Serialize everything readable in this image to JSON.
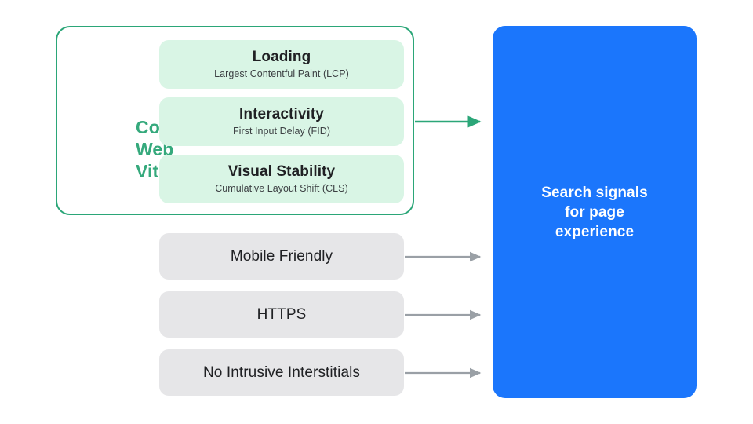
{
  "colors": {
    "green_accent": "#35A97C",
    "green_border": "#2BA678",
    "green_card_bg": "#D9F5E5",
    "gray_card_bg": "#E6E6E8",
    "blue_box": "#1B76FC",
    "arrow_gray": "#9AA0A6",
    "text_dark": "#202124",
    "background": "#FFFFFF"
  },
  "core_web_vitals": {
    "group_label": "Core Web Vitals",
    "group_label_lines": [
      "Core",
      "Web",
      "Vitals"
    ],
    "metrics": [
      {
        "title": "Loading",
        "subtitle": "Largest Contentful Paint (LCP)",
        "abbreviation": "LCP"
      },
      {
        "title": "Interactivity",
        "subtitle": "First Input Delay (FID)",
        "abbreviation": "FID"
      },
      {
        "title": "Visual Stability",
        "subtitle": "Cumulative Layout Shift (CLS)",
        "abbreviation": "CLS"
      }
    ]
  },
  "other_signals": [
    {
      "label": "Mobile Friendly"
    },
    {
      "label": "HTTPS"
    },
    {
      "label": "No Intrusive Interstitials"
    }
  ],
  "destination": {
    "label": "Search signals\nfor page\nexperience"
  },
  "arrows": [
    {
      "name": "core-web-vitals-arrow",
      "color": "#2BA678",
      "from": "core-web-vitals-group",
      "to": "search-signals-box"
    },
    {
      "name": "mobile-friendly-arrow",
      "color": "#9AA0A6",
      "from": "mobile-friendly-card",
      "to": "search-signals-box"
    },
    {
      "name": "https-arrow",
      "color": "#9AA0A6",
      "from": "https-card",
      "to": "search-signals-box"
    },
    {
      "name": "no-intrusive-interstitials-arrow",
      "color": "#9AA0A6",
      "from": "no-intrusive-interstitials-card",
      "to": "search-signals-box"
    }
  ]
}
